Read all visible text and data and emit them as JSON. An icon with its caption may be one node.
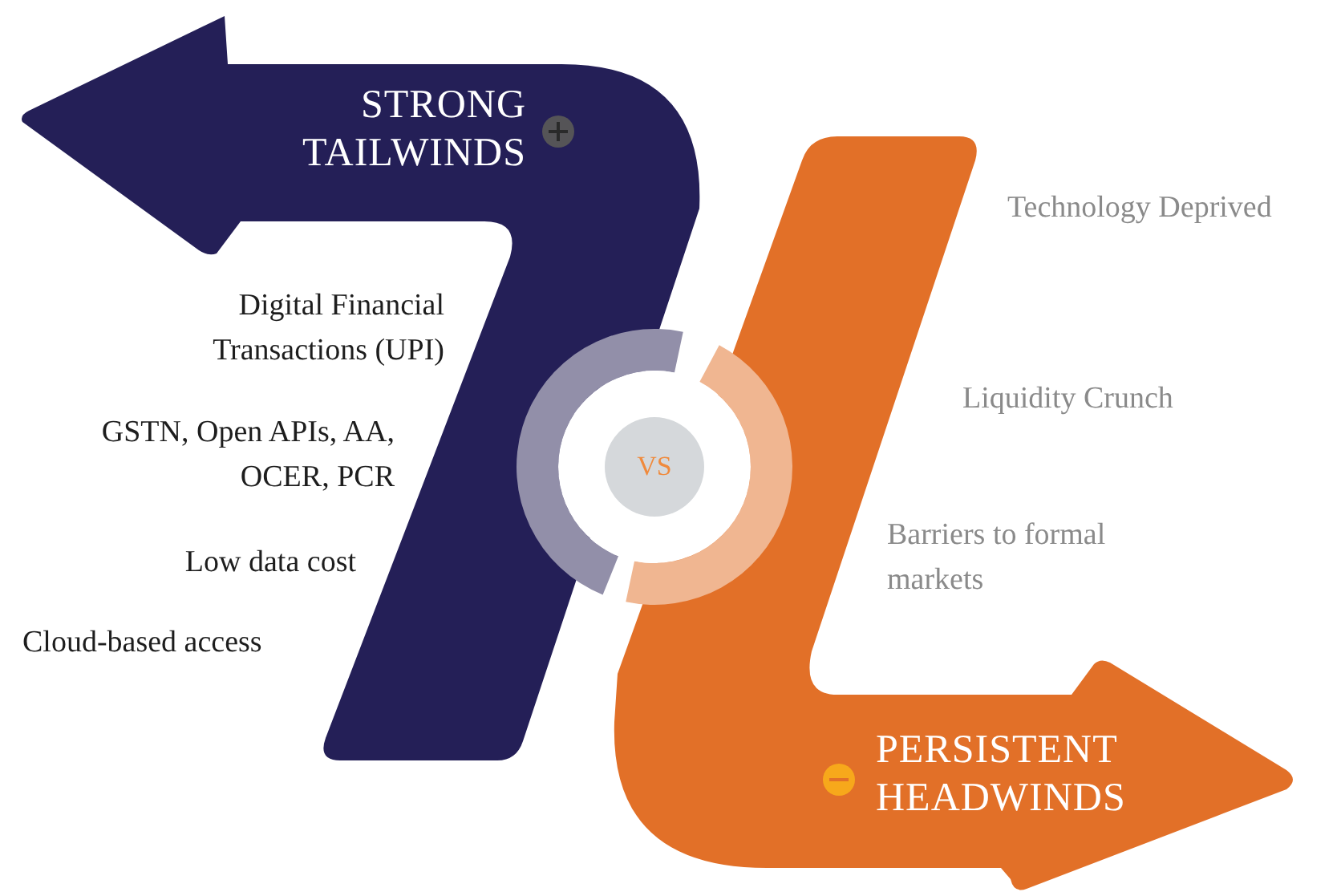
{
  "diagram": {
    "nodes": [
      {
        "text": [
          "STRONG TAILWINDS"
        ]
      },
      {
        "text": [
          "PERSISTENT HEADWINDS"
        ]
      },
      {
        "text": [
          "VS"
        ]
      }
    ],
    "labels": [
      "Technology Deprived",
      "Digital Financial Transactions (UPI)",
      "Liquidity Crunch",
      "GSTN, Open APIs, AA, OCER, PCR",
      "Barriers to formal markets",
      "Low data cost",
      "Cloud-based access"
    ]
  }
}
